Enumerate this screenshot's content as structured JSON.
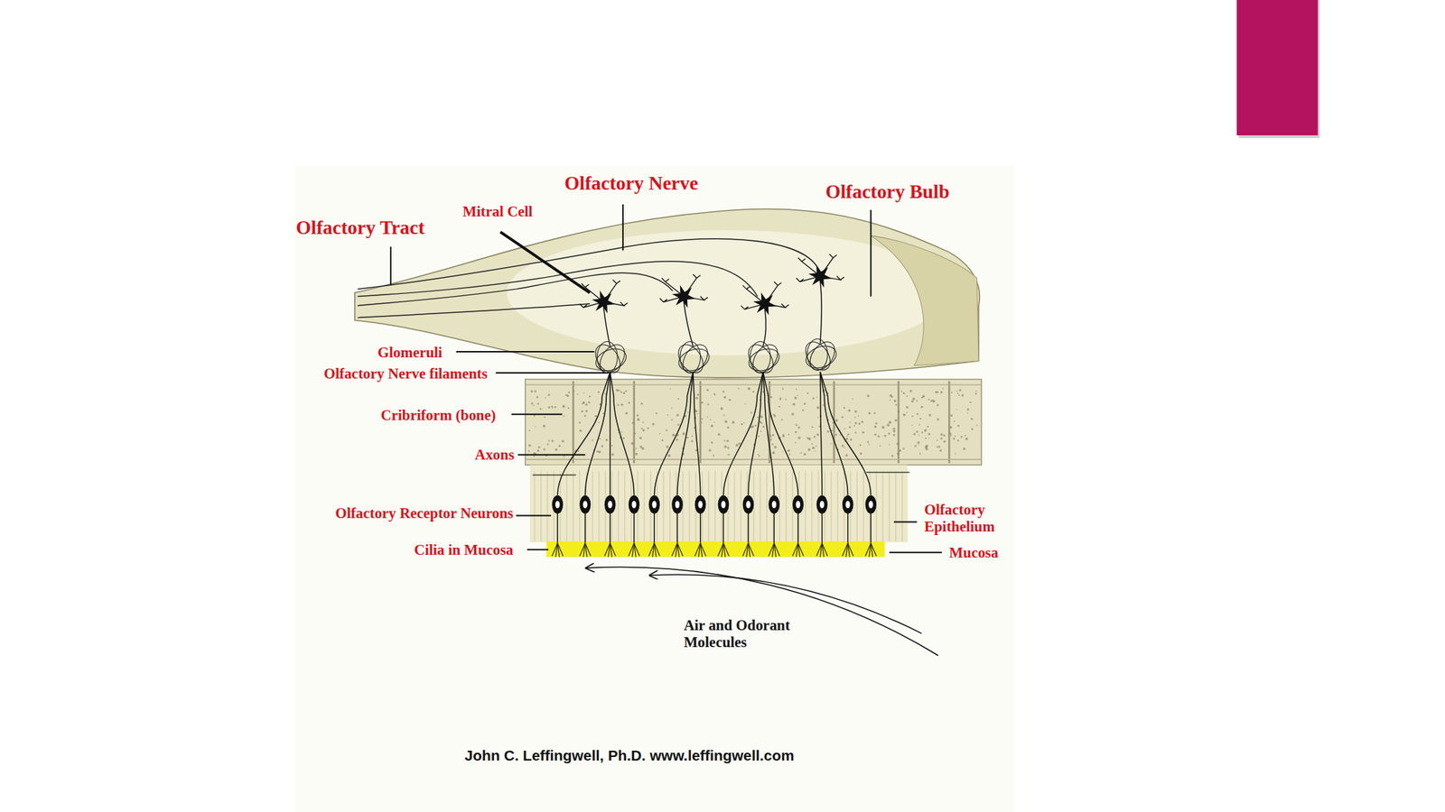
{
  "diagram": {
    "labels": [
      "Olfactory Nerve",
      "Olfactory Bulb",
      "Olfactory Tract",
      "Mitral Cell",
      "Glomeruli",
      "Olfactory Nerve filaments",
      "Cribriform (bone)",
      "Axons",
      "Olfactory Receptor Neurons",
      "Cilia in Mucosa",
      "Olfactory Epithelium",
      "Mucosa",
      "Air and Odorant Molecules",
      "John C. Leffingwell, Ph.D. www.leffingwell.com"
    ]
  }
}
